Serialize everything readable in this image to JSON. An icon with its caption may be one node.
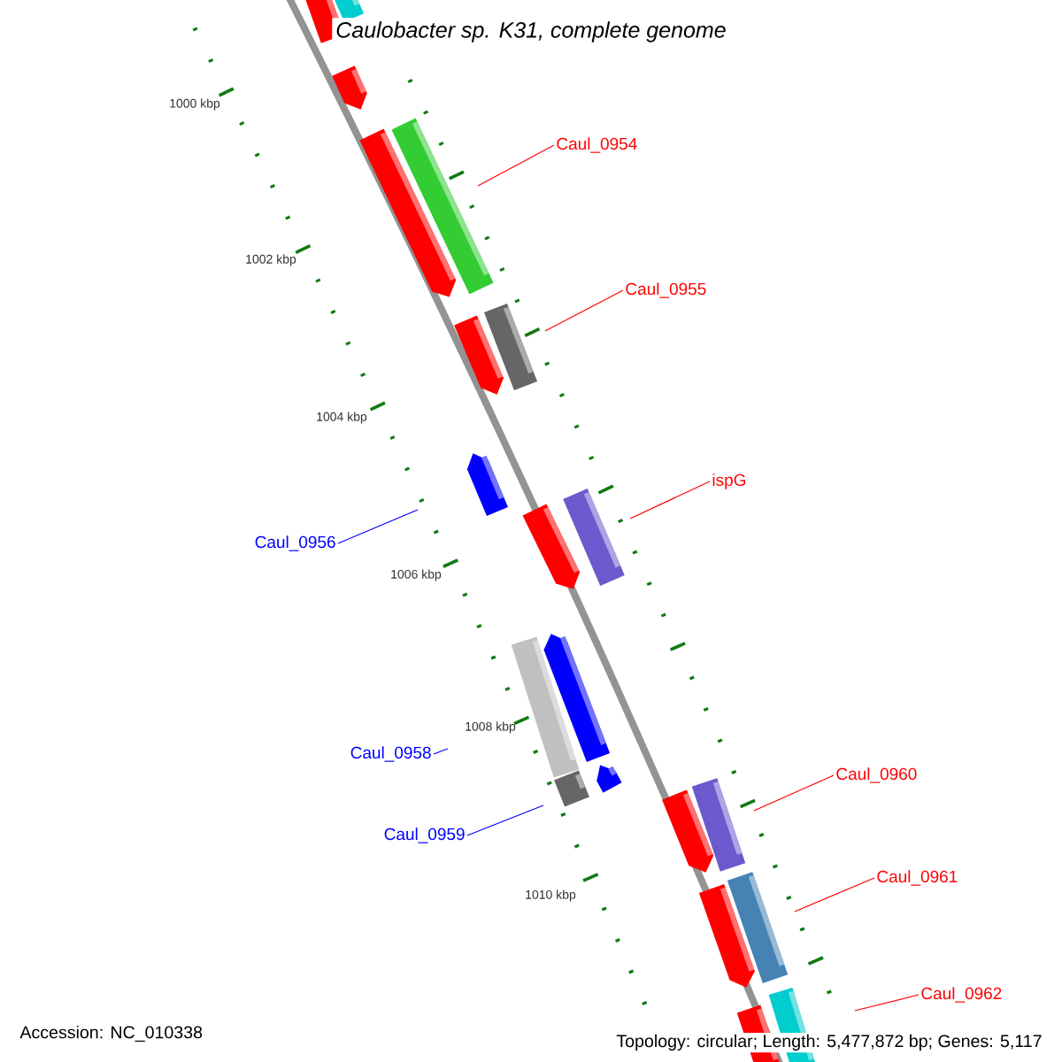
{
  "diagram": {
    "title": "*Caulobacter sp. K31, complete genome*",
    "nodes": [
      {
        "text": [
          "Caul_0954"
        ]
      },
      {
        "text": [
          "Caul_0955"
        ]
      },
      {
        "text": [
          "ispG"
        ]
      },
      {
        "text": [
          "Caul_0956"
        ]
      },
      {
        "text": [
          "Caul_0958"
        ]
      },
      {
        "text": [
          "Caul_0959"
        ]
      },
      {
        "text": [
          "Caul_0960"
        ]
      },
      {
        "text": [
          "Caul_0961"
        ]
      },
      {
        "text": [
          "Caul_0962"
        ]
      }
    ],
    "edges": [
      {
        "from": 0,
        "to": null,
        "arrow": "none"
      },
      {
        "from": 1,
        "to": null,
        "arrow": "none"
      },
      {
        "from": 2,
        "to": null,
        "arrow": "none"
      },
      {
        "from": 3,
        "to": null,
        "arrow": "none",
        "color": "#0000ff"
      },
      {
        "from": 4,
        "to": null,
        "arrow": "none",
        "color": "#0000ff"
      },
      {
        "from": 5,
        "to": null,
        "arrow": "none",
        "color": "#0000ff"
      },
      {
        "from": 6,
        "to": null,
        "arrow": "none"
      },
      {
        "from": 7,
        "to": null,
        "arrow": "none"
      },
      {
        "from": 8,
        "to": null,
        "arrow": "none"
      }
    ],
    "labels": [
      "1000 kbp",
      "1002 kbp",
      "1004 kbp",
      "1006 kbp",
      "1008 kbp",
      "1010 kbp",
      "Accession: NC_010338",
      "Topology: circular; Length: 5,477,872 bp; Genes: 5,117"
    ]
  }
}
